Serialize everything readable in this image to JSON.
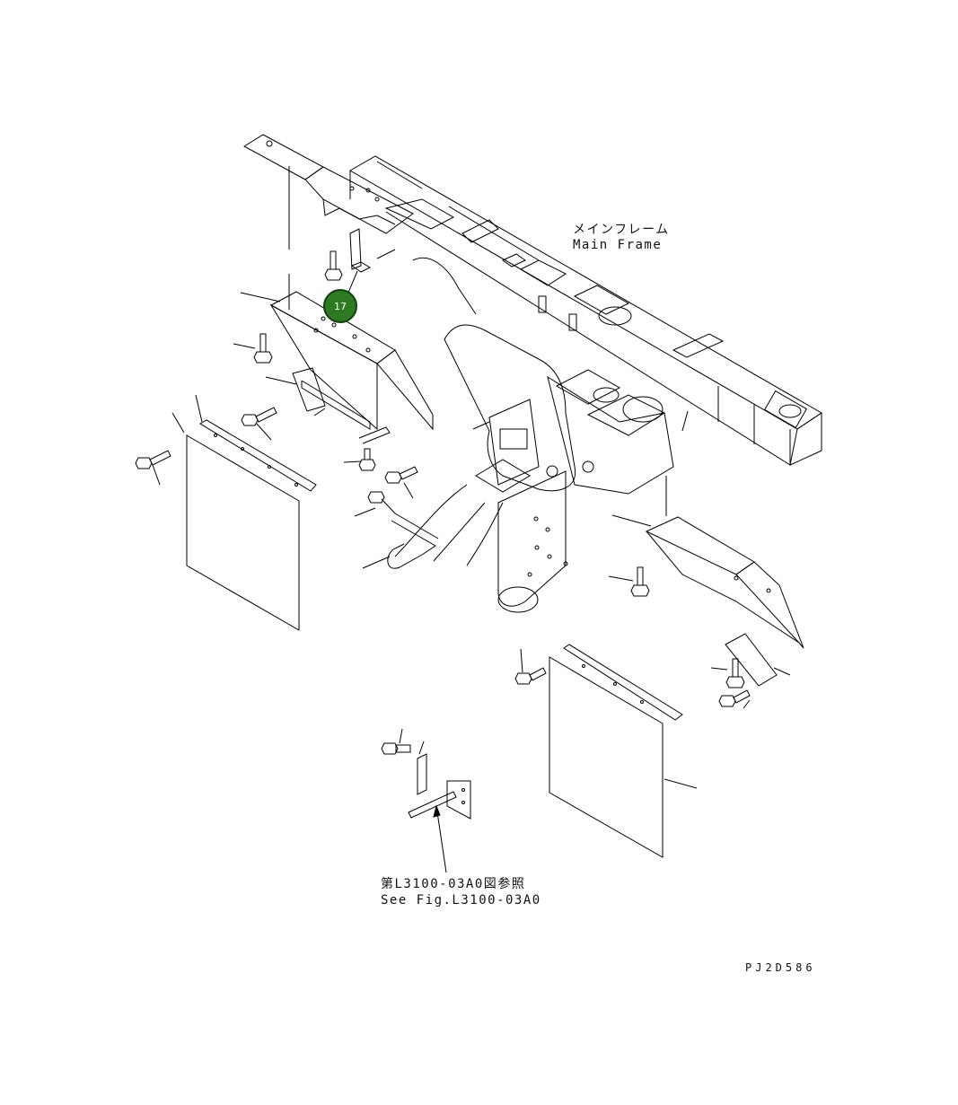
{
  "labels": {
    "main_frame_jp": "メインフレーム",
    "main_frame_en": "Main Frame",
    "ref_jp": "第L3100-03A0図参照",
    "ref_en": "See Fig.L3100-03A0",
    "drawing_id": "PJ2D586"
  },
  "callouts": [
    {
      "number": "17",
      "color": "#2d7a22"
    }
  ],
  "icons": [
    "bolt-icon",
    "mud-flap-icon",
    "bracket-icon",
    "handle-icon"
  ]
}
